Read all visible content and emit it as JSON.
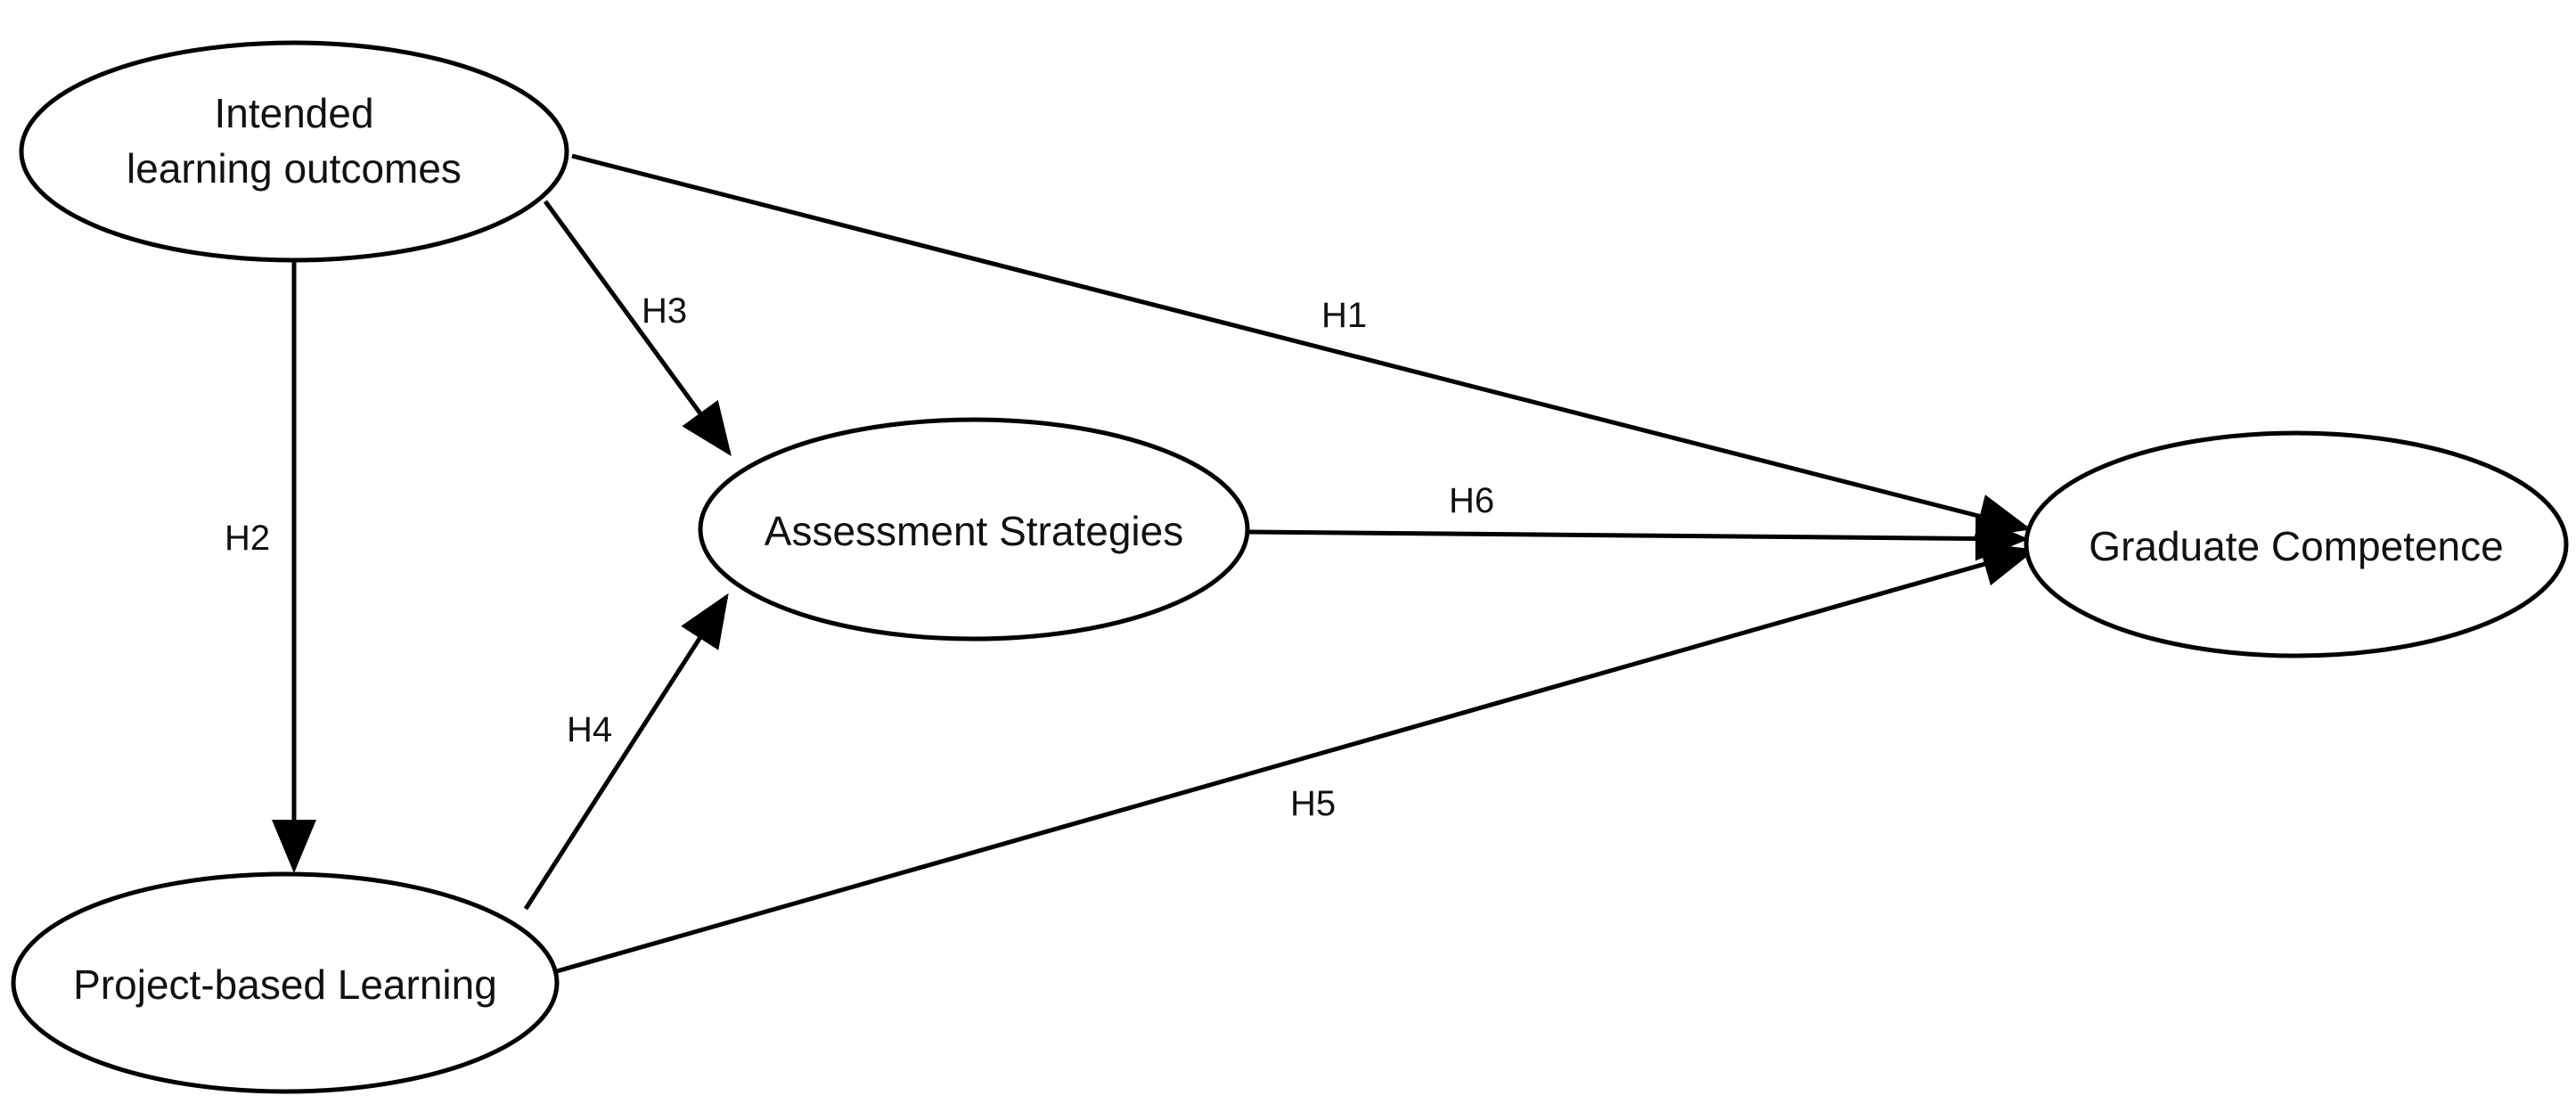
{
  "nodes": {
    "ilo": {
      "lines": [
        "Intended",
        "learning outcomes"
      ]
    },
    "as": {
      "lines": [
        "Assessment Strategies"
      ]
    },
    "pbl": {
      "lines": [
        "Project-based Learning"
      ]
    },
    "gc": {
      "lines": [
        "Graduate Competence"
      ]
    }
  },
  "edges": {
    "h1": {
      "label": "H1",
      "from": "ilo",
      "to": "gc"
    },
    "h2": {
      "label": "H2",
      "from": "ilo",
      "to": "pbl"
    },
    "h3": {
      "label": "H3",
      "from": "ilo",
      "to": "as"
    },
    "h4": {
      "label": "H4",
      "from": "pbl",
      "to": "as"
    },
    "h5": {
      "label": "H5",
      "from": "pbl",
      "to": "gc"
    },
    "h6": {
      "label": "H6",
      "from": "as",
      "to": "gc"
    }
  }
}
